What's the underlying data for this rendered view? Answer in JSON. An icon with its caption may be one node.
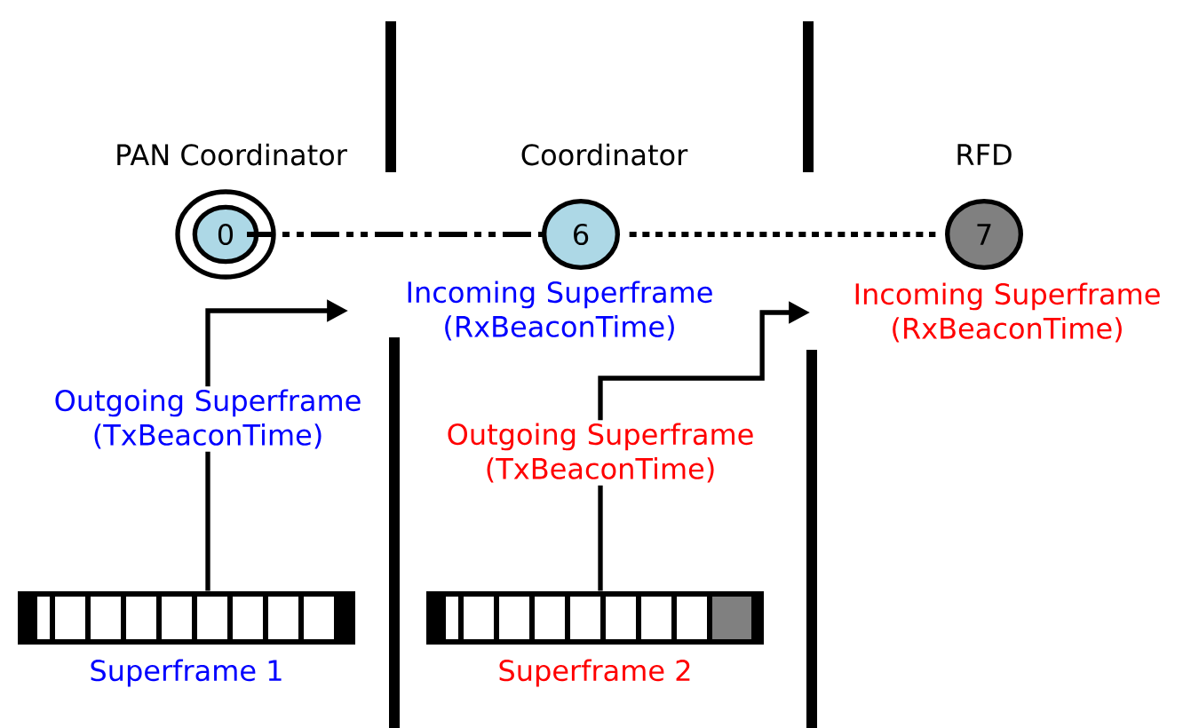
{
  "diagram": {
    "nodes": [
      {
        "text": [
          "0"
        ],
        "beside": [
          "PAN Coordinator"
        ]
      },
      {
        "text": [
          "6"
        ],
        "beside": [
          "Coordinator"
        ]
      },
      {
        "text": [
          "7"
        ],
        "beside": [
          "RFD"
        ]
      },
      {
        "text": [],
        "shape": "bar",
        "beside": [
          "Superframe 1"
        ]
      },
      {
        "text": [],
        "shape": "bar",
        "beside": [
          "Superframe 2"
        ]
      },
      {
        "text": [
          "Outgoing Superframe (TxBeaconTime)"
        ]
      },
      {
        "text": [
          "Incoming Superframe (RxBeaconTime)"
        ]
      },
      {
        "text": [
          "Outgoing Superframe (TxBeaconTime)"
        ]
      },
      {
        "text": [
          "Incoming Superframe (RxBeaconTime)"
        ]
      }
    ],
    "edges": [
      {
        "from": 0,
        "to": 1,
        "arrow": "none",
        "style": "dashed"
      },
      {
        "from": 1,
        "to": 2,
        "arrow": "none",
        "style": "dashed"
      },
      {
        "from": 3,
        "to": 5,
        "arrow": "none"
      },
      {
        "from": 5,
        "to": 6,
        "arrow": "to"
      },
      {
        "from": 4,
        "to": 7,
        "arrow": "none"
      },
      {
        "from": 7,
        "to": 8,
        "arrow": "to"
      }
    ]
  }
}
